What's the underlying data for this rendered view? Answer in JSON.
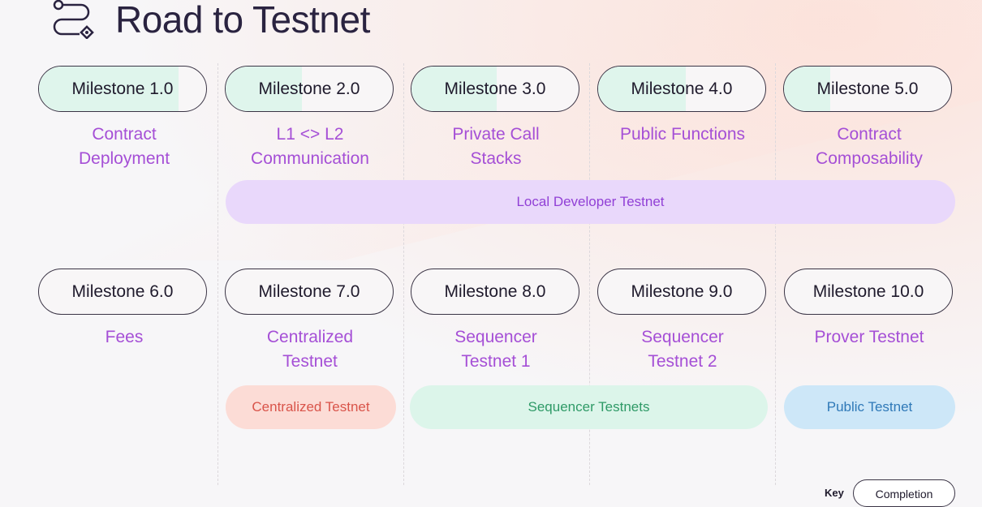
{
  "title": "Road to Testnet",
  "milestones_row1": [
    {
      "label": "Milestone 1.0",
      "desc1": "Contract",
      "desc2": "Deployment",
      "completion": 0.82
    },
    {
      "label": "Milestone 2.0",
      "desc1": "L1 <> L2",
      "desc2": "Communication",
      "completion": 0.45
    },
    {
      "label": "Milestone 3.0",
      "desc1": "Private Call",
      "desc2": "Stacks",
      "completion": 0.5
    },
    {
      "label": "Milestone 4.0",
      "desc1": "Public Functions",
      "desc2": "",
      "completion": 0.52
    },
    {
      "label": "Milestone 5.0",
      "desc1": "Contract",
      "desc2": "Composability",
      "completion": 0.27
    }
  ],
  "milestones_row2": [
    {
      "label": "Milestone 6.0",
      "desc1": "Fees",
      "desc2": "",
      "completion": 0
    },
    {
      "label": "Milestone 7.0",
      "desc1": "Centralized",
      "desc2": "Testnet",
      "completion": 0
    },
    {
      "label": "Milestone 8.0",
      "desc1": "Sequencer",
      "desc2": "Testnet 1",
      "completion": 0
    },
    {
      "label": "Milestone 9.0",
      "desc1": "Sequencer",
      "desc2": "Testnet 2",
      "completion": 0
    },
    {
      "label": "Milestone 10.0",
      "desc1": "Prover Testnet",
      "desc2": "",
      "completion": 0
    }
  ],
  "bands": {
    "local_dev": "Local Developer Testnet",
    "centralized": "Centralized Testnet",
    "sequencer": "Sequencer Testnets",
    "public": "Public Testnet"
  },
  "key": {
    "label": "Key",
    "item": "Completion"
  },
  "colors": {
    "title": "#2a2340",
    "accent_purple": "#a54fd6",
    "completion_fill": "#dff5ec",
    "local_dev_band": "#e9d8fb",
    "centralized_band": "#fcdcd6",
    "sequencer_band": "#dcf5ea",
    "public_band": "#cde7f8"
  },
  "icon": "route-icon"
}
